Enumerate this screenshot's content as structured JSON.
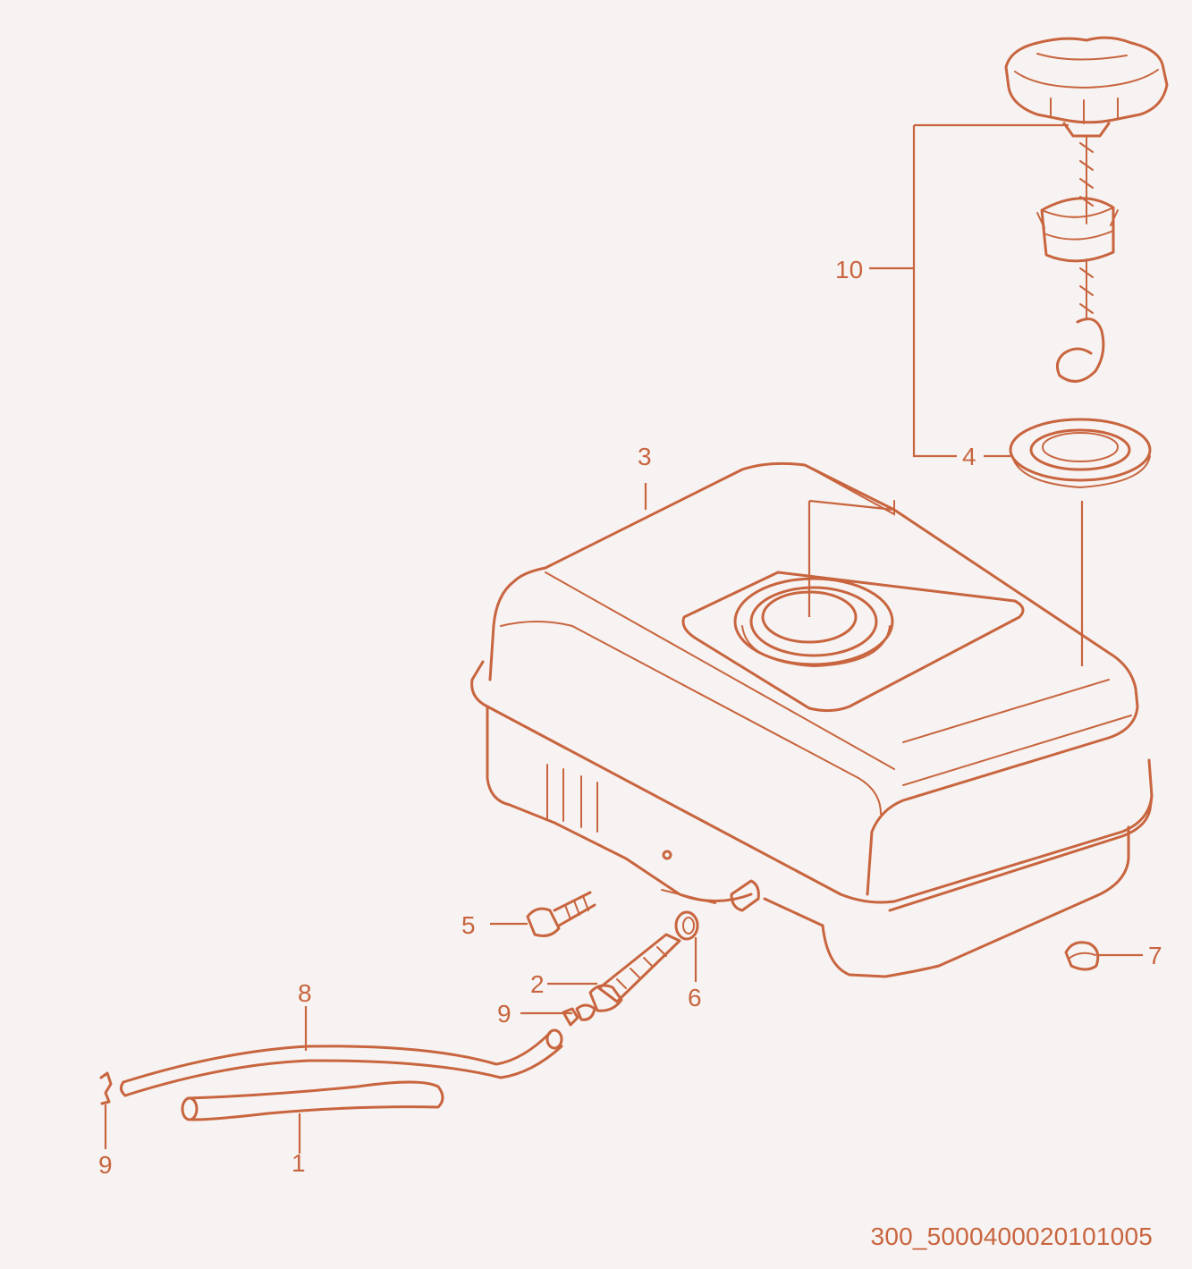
{
  "callouts": {
    "p1": "1",
    "p2": "2",
    "p3": "3",
    "p4": "4",
    "p5": "5",
    "p6": "6",
    "p7": "7",
    "p8": "8",
    "p9a": "9",
    "p9b": "9",
    "p10": "10"
  },
  "drawing_code": "300_5000400020101005",
  "colors": {
    "line": "#c8653f",
    "background": "#f7f3f2"
  }
}
